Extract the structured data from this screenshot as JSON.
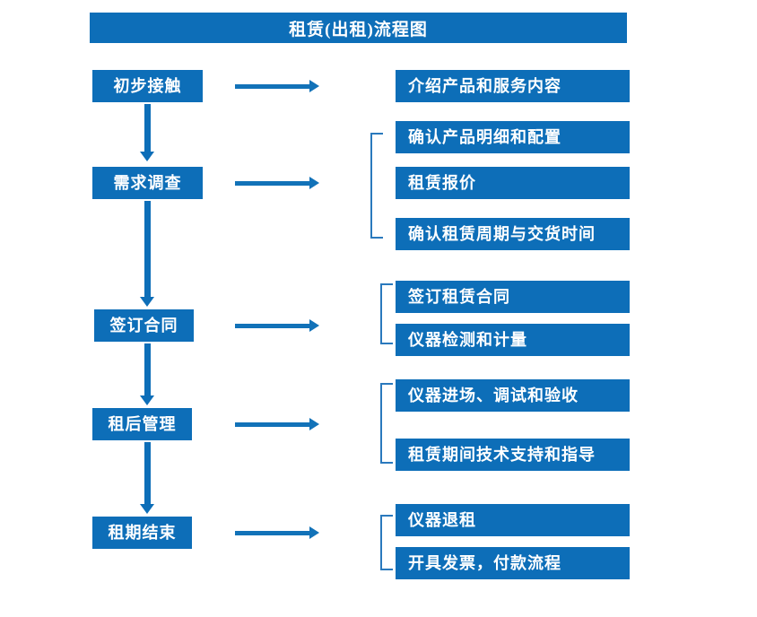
{
  "diagram": {
    "title": "租赁(出租)流程图",
    "accent_color": "#0d6eb8",
    "bracket_color": "#2a79bd",
    "arrow_color": "#1272b8",
    "text_color": "#ffffff",
    "background_color": "#ffffff"
  },
  "stages": [
    {
      "id": "stage-1",
      "label": "初步接触"
    },
    {
      "id": "stage-2",
      "label": "需求调查"
    },
    {
      "id": "stage-3",
      "label": "签订合同"
    },
    {
      "id": "stage-4",
      "label": "租后管理"
    },
    {
      "id": "stage-5",
      "label": "租期结束"
    }
  ],
  "details": [
    {
      "id": "detail-1-1",
      "label": "介绍产品和服务内容",
      "group": 1
    },
    {
      "id": "detail-2-1",
      "label": "确认产品明细和配置",
      "group": 2
    },
    {
      "id": "detail-2-2",
      "label": "租赁报价",
      "group": 2
    },
    {
      "id": "detail-2-3",
      "label": "确认租赁周期与交货时间",
      "group": 2
    },
    {
      "id": "detail-3-1",
      "label": "签订租赁合同",
      "group": 3
    },
    {
      "id": "detail-3-2",
      "label": "仪器检测和计量",
      "group": 3
    },
    {
      "id": "detail-4-1",
      "label": "仪器进场、调试和验收",
      "group": 4
    },
    {
      "id": "detail-4-2",
      "label": "租赁期间技术支持和指导",
      "group": 4
    },
    {
      "id": "detail-5-1",
      "label": "仪器退租",
      "group": 5
    },
    {
      "id": "detail-5-2",
      "label": "开具发票，付款流程",
      "group": 5
    }
  ],
  "connectors": {
    "vertical_flow": [
      "初步接触 → 需求调查",
      "需求调查 → 签订合同",
      "签订合同 → 租后管理",
      "租后管理 → 租期结束"
    ],
    "horizontal_links": [
      "初步接触 →",
      "需求调查 →",
      "签订合同 →",
      "租后管理 →",
      "租期结束 →"
    ],
    "group_brackets": [
      2,
      3,
      4,
      5
    ]
  }
}
